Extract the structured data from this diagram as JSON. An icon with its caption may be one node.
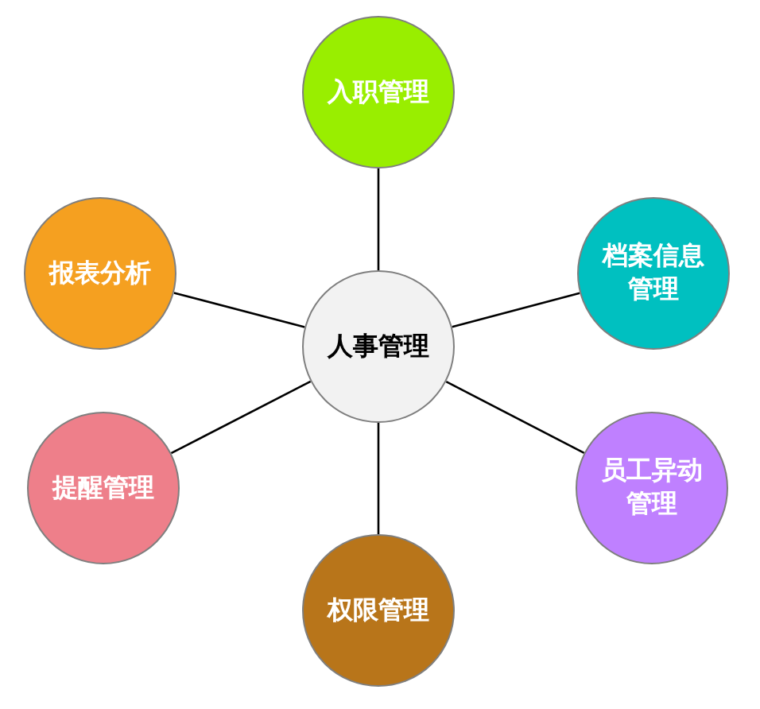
{
  "diagram": {
    "nodes": [
      {
        "text": [
          "人事管理"
        ]
      },
      {
        "text": [
          "入职管理"
        ]
      },
      {
        "text": [
          "档案信息管理"
        ]
      },
      {
        "text": [
          "员工异动管理"
        ]
      },
      {
        "text": [
          "权限管理"
        ]
      },
      {
        "text": [
          "提醒管理"
        ]
      },
      {
        "text": [
          "报表分析"
        ]
      }
    ],
    "edges": [
      {
        "from": 0,
        "to": 1,
        "arrow": "none"
      },
      {
        "from": 0,
        "to": 2,
        "arrow": "none"
      },
      {
        "from": 0,
        "to": 3,
        "arrow": "none"
      },
      {
        "from": 0,
        "to": 4,
        "arrow": "none"
      },
      {
        "from": 0,
        "to": 5,
        "arrow": "none"
      },
      {
        "from": 0,
        "to": 6,
        "arrow": "none"
      }
    ]
  }
}
